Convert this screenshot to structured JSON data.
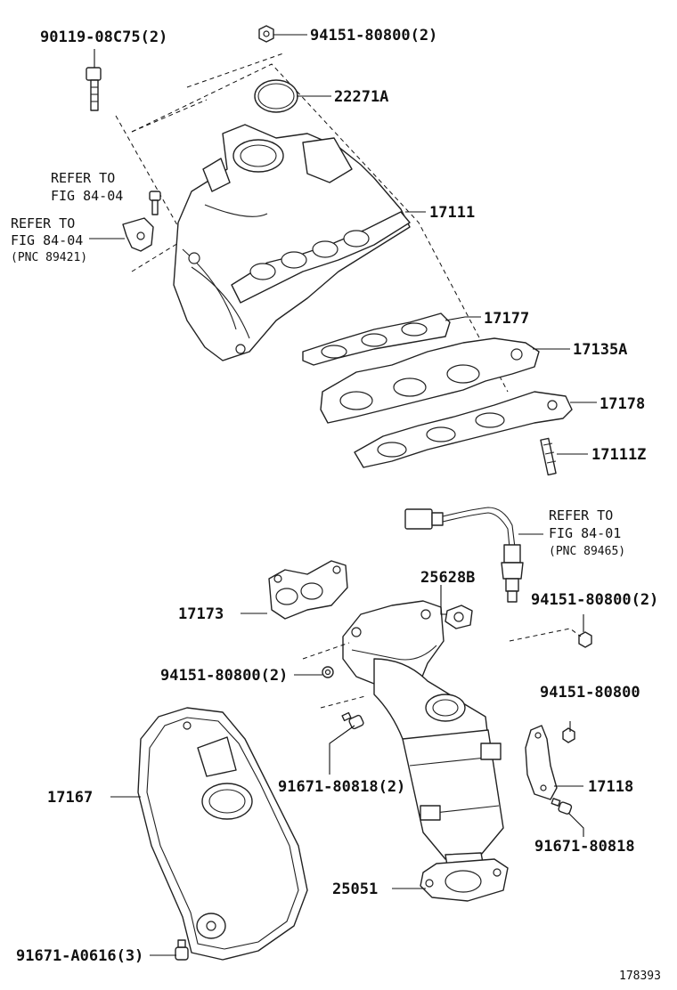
{
  "labels": {
    "bolt_90119": "90119-08C75(2)",
    "nut_top": "94151-80800(2)",
    "gasket_22271a": "22271A",
    "manifold_17111": "17111",
    "gasket_17177": "17177",
    "plate_17135a": "17135A",
    "gasket_17178": "17178",
    "stud_17111z": "17111Z",
    "refer1_line1": "REFER TO",
    "refer1_line2": "FIG 84-04",
    "refer2_line1": "REFER TO",
    "refer2_line2": "FIG 84-04",
    "refer2_line3": "(PNC 89421)",
    "refer3_line1": "REFER TO",
    "refer3_line2": "FIG 84-01",
    "refer3_line3": "(PNC 89465)",
    "gasket_25628b": "25628B",
    "gasket_17173": "17173",
    "nut_right": "94151-80800(2)",
    "nut_left": "94151-80800(2)",
    "nut_single": "94151-80800",
    "bolt_91671_2": "91671-80818(2)",
    "insulator_17167": "17167",
    "bracket_17118": "17118",
    "bolt_91671": "91671-80818",
    "converter_25051": "25051",
    "bolt_91671_a0616": "91671-A0616(3)",
    "figure_number": "178393"
  }
}
